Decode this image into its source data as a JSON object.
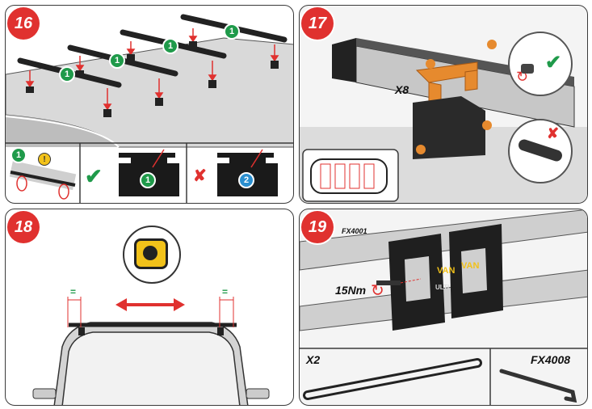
{
  "steps": {
    "s16": "16",
    "s17": "17",
    "s18": "18",
    "s19": "19"
  },
  "step16": {
    "bar_marker": "1",
    "detail_marker": "1",
    "correct_marker": "1",
    "wrong_marker": "2"
  },
  "step17": {
    "quantity": "X8"
  },
  "step18": {
    "equal_left": "=",
    "equal_right": "=",
    "arrow_desc": "double-arrow-icon"
  },
  "step19": {
    "part_a": "FX4001",
    "torque": "15Nm",
    "quantity": "X2",
    "part_b": "FX4008",
    "brand_left": "VAN",
    "brand_right": "VAN",
    "brand_sub": "ULTI"
  },
  "colors": {
    "accent": "#e0312f",
    "green": "#1f9a4a",
    "blue": "#2a8fd0",
    "orange": "#e68a2e",
    "yellow": "#f2c21a"
  }
}
